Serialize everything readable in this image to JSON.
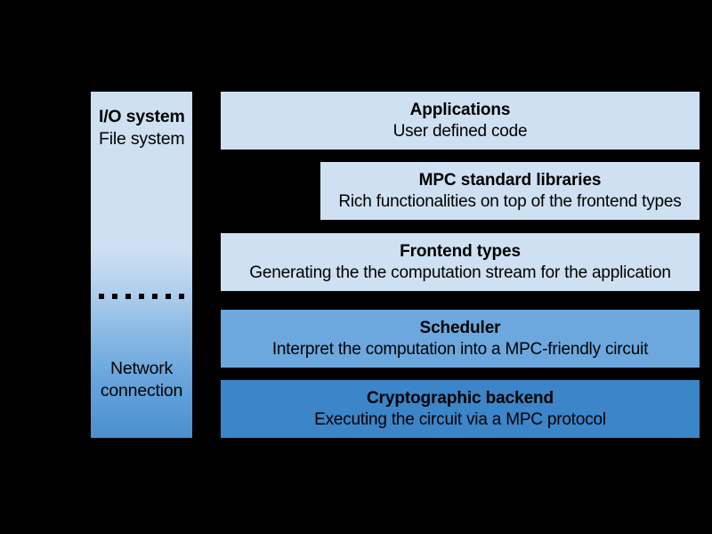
{
  "diagram": {
    "type": "layered-architecture-stack",
    "background_color": "#000000",
    "side_column": {
      "name": "io-network-column",
      "top_label_bold": "I/O system",
      "top_label_regular": "File system",
      "bottom_label_line1": "Network",
      "bottom_label_line2": "connection",
      "divider_dot_count": 7,
      "gradient_top_color": "#cfe0f2",
      "gradient_bottom_color": "#4a8fd0"
    },
    "layers": [
      {
        "id": "applications",
        "title": "Applications",
        "subtitle": "User defined code",
        "color": "#cfe0f2"
      },
      {
        "id": "mpc-standard-libraries",
        "title": "MPC standard libraries",
        "subtitle": "Rich functionalities on top of the frontend types",
        "color": "#cfe0f2"
      },
      {
        "id": "frontend-types",
        "title": "Frontend types",
        "subtitle": "Generating the the computation stream for the application",
        "color": "#cfe0f2"
      },
      {
        "id": "scheduler",
        "title": "Scheduler",
        "subtitle": "Interpret the computation into a MPC-friendly circuit",
        "color": "#6ca8de"
      },
      {
        "id": "cryptographic-backend",
        "title": "Cryptographic backend",
        "subtitle": "Executing the circuit via a MPC protocol",
        "color": "#3b85c8"
      }
    ]
  }
}
